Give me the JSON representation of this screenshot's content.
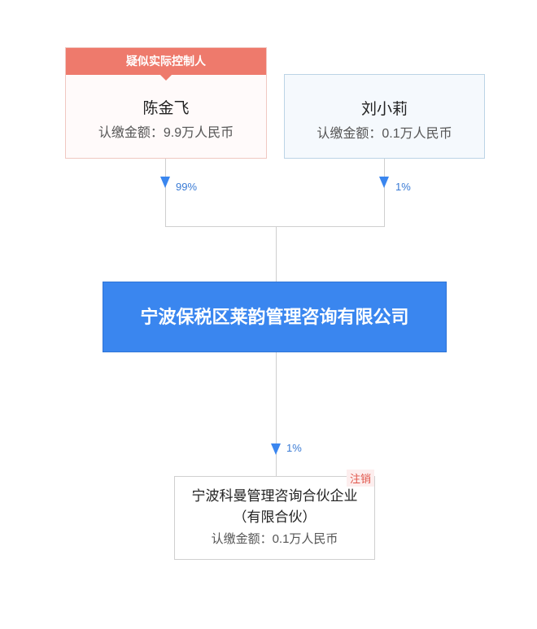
{
  "shareholders": [
    {
      "tag": "疑似实际控制人",
      "name": "陈金飞",
      "amount": "认缴金额：9.9万人民币",
      "percent": "99%"
    },
    {
      "name": "刘小莉",
      "amount": "认缴金额：0.1万人民币",
      "percent": "1%"
    }
  ],
  "company": {
    "name": "宁波保税区莱韵管理咨询有限公司"
  },
  "investment": {
    "percent": "1%",
    "status": "注销",
    "name": "宁波科曼管理咨询合伙企业（有限合伙）",
    "amount": "认缴金额：0.1万人民币"
  },
  "colors": {
    "primary": "#3a86ef",
    "tag": "#ee7a6c",
    "cancelled": "#e0554a"
  }
}
